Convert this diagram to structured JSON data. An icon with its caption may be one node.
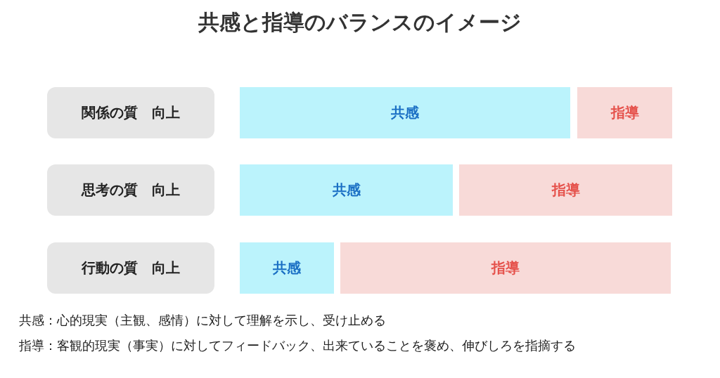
{
  "diagram": {
    "title": "共感と指導のバランスのイメージ",
    "nodes": [
      {
        "text": [
          "関係の質　向上"
        ]
      },
      {
        "text": [
          "共感"
        ]
      },
      {
        "text": [
          "指導"
        ]
      },
      {
        "text": [
          "思考の質　向上"
        ]
      },
      {
        "text": [
          "共感"
        ]
      },
      {
        "text": [
          "指導"
        ]
      },
      {
        "text": [
          "行動の質　向上"
        ]
      },
      {
        "text": [
          "共感"
        ]
      },
      {
        "text": [
          "指導"
        ]
      }
    ],
    "labels": [
      "共感：心的現実（主観、感情）に対して理解を示し、受け止める",
      "指導：客観的現実（事実）に対してフィードバック、出来ていることを褒め、伸びしろを指摘する"
    ]
  }
}
